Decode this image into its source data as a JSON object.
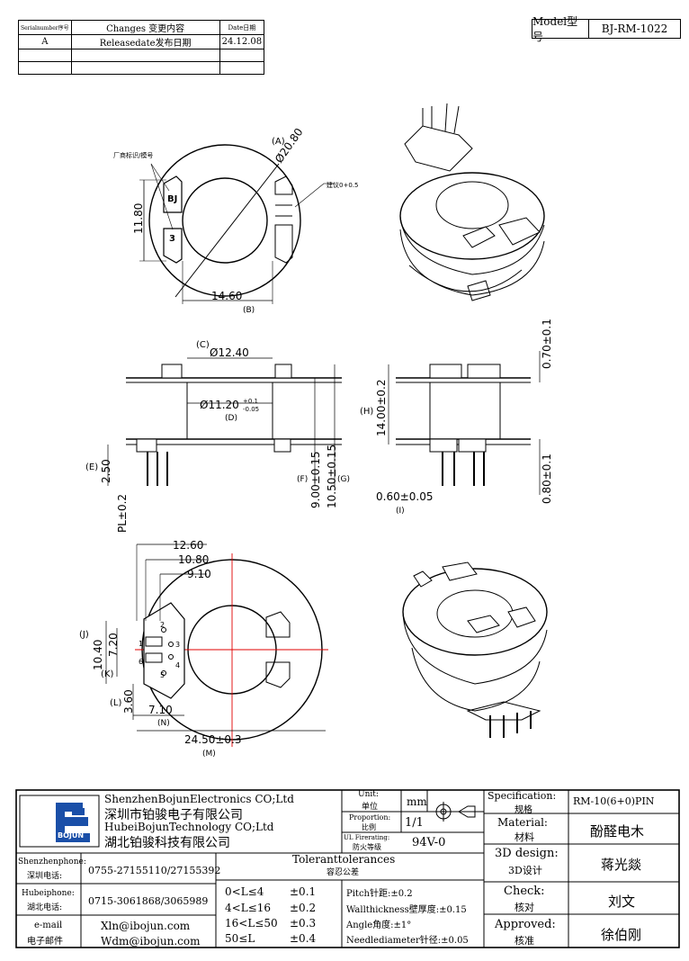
{
  "revision_table": {
    "headers": [
      "Serialnumber序号",
      "Changes 变更内容",
      "Date日期"
    ],
    "rows": [
      [
        "A",
        "Releasedate发布日期",
        "24.12.08"
      ],
      [
        "",
        "",
        ""
      ],
      [
        "",
        "",
        ""
      ]
    ]
  },
  "model": {
    "label": "Model型号",
    "value": "BJ-RM-1022"
  },
  "top_view": {
    "dim_a": "(A)",
    "dim_dia": "Ø20.80",
    "dim_h": "11.80",
    "dim_w": "14.60",
    "dim_b": "(B)",
    "label_logo": "厂商标识/模号",
    "label_dot": "建议0+0.5",
    "logo": "BJ",
    "logo2": "3"
  },
  "side_view": {
    "dim_c": "(C)",
    "dim_d12": "Ø12.40",
    "dim_d11": "Ø11.20",
    "tol_up": "+0.1",
    "tol_dn": "-0.05",
    "dim_dd": "(D)",
    "dim_e": "(E)",
    "dim_250": "2.50",
    "dim_pl": "PL±0.2",
    "dim_900": "9.00±0.15",
    "dim_1050": "10.50±0.15",
    "dim_f": "(F)",
    "dim_g": "(G)"
  },
  "front_view": {
    "dim_h_lbl": "(H)",
    "dim_1400": "14.00±0.2",
    "dim_070": "0.70±0.1",
    "dim_080": "0.80±0.1",
    "dim_060": "0.60±0.05",
    "dim_i": "(I)"
  },
  "bottom_view": {
    "dim_1260": "12.60",
    "dim_1080": "10.80",
    "dim_910": "9.10",
    "dim_j": "(J)",
    "dim_1040": "10.40",
    "dim_720": "7.20",
    "dim_k": "(K)",
    "dim_l": "(L)",
    "dim_360": "3.60",
    "dim_710": "7.10",
    "dim_n": "(N)",
    "dim_2450": "24.50±0.3",
    "dim_m": "(M)",
    "pins": [
      "1",
      "2",
      "3",
      "4",
      "5",
      "6"
    ]
  },
  "title_block": {
    "company_en1": "ShenzhenBojunElectronics CO;Ltd",
    "company_cn1": "深圳市铂骏电子有限公司",
    "company_en2": "HubeiBojunTechnology CO;Ltd",
    "company_cn2": "湖北铂骏科技有限公司",
    "logo_text": "BOJUN",
    "unit_label": "Unit:",
    "unit_cn": "单位",
    "unit_val": "mm",
    "prop_label": "Proportion:",
    "prop_cn": "比例",
    "prop_val": "1/1",
    "ul_label": "UL Firerating:",
    "ul_cn": "防火等级",
    "ul_val": "94V-0",
    "spec_label": "Specification:",
    "spec_cn": "规格",
    "spec_val": "RM-10(6+0)PIN",
    "mat_label": "Material:",
    "mat_cn": "材料",
    "mat_val": "酚醛电木",
    "design_label": "3D design:",
    "design_cn": "3D设计",
    "design_val": "蒋光燚",
    "check_label": "Check:",
    "check_cn": "核对",
    "check_val": "刘文",
    "approved_label": "Approved:",
    "approved_cn": "核准",
    "approved_val": "徐伯刚",
    "sz_phone_label": "Shenzhenphone:",
    "sz_phone_cn": "深圳电话:",
    "sz_phone": "0755-27155110/27155392",
    "hb_phone_label": "Hubeiphone:",
    "hb_phone_cn": "湖北电话:",
    "hb_phone": "0715-3061868/3065989",
    "email_label": "e-mail",
    "email_cn": "电子邮件",
    "email1": "Xln@ibojun.com",
    "email2": "Wdm@ibojun.com",
    "tol_title": "Toleranttolerances",
    "tol_cn": "容忍公差",
    "tol_ranges": [
      "0<L≤4",
      "4<L≤16",
      "16<L≤50",
      "50≤L"
    ],
    "tol_vals": [
      "±0.1",
      "±0.2",
      "±0.3",
      "±0.4"
    ],
    "pitch": "Pitch针距:±0.2",
    "wall": "Wallthickness壁厚度:±0.15",
    "angle": "Angle角度:±1°",
    "needle": "Needlediameter针径:±0.05"
  }
}
